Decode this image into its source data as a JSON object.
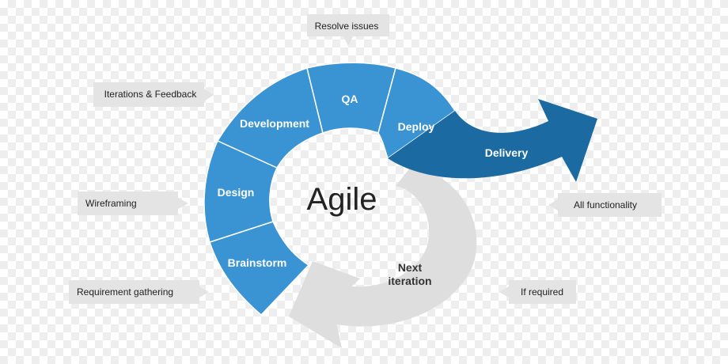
{
  "colors": {
    "segment_light": "#3a93d3",
    "segment_border": "#ffffff",
    "delivery": "#1b6aa2",
    "next_iteration": "#dedede",
    "callout_bg": "#e4e4e4"
  },
  "center": {
    "label": "Agile"
  },
  "segments": [
    {
      "label": "Brainstorm"
    },
    {
      "label": "Design"
    },
    {
      "label": "Development"
    },
    {
      "label": "QA"
    },
    {
      "label": "Deploy"
    }
  ],
  "delivery": {
    "label": "Delivery"
  },
  "next_iteration": {
    "line1": "Next",
    "line2": "iteration"
  },
  "callouts": {
    "resolve": "Resolve issues",
    "feedback": "Iterations & Feedback",
    "wireframing": "Wireframing",
    "requirements": "Requirement gathering",
    "functionality": "All functionality",
    "if_required": "If required"
  }
}
